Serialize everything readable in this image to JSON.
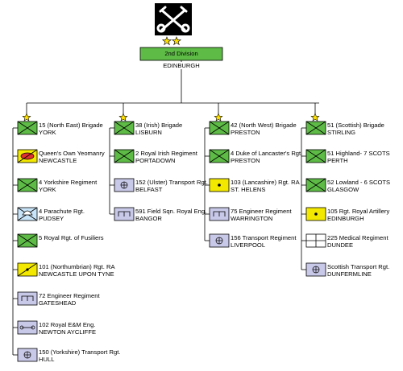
{
  "division": {
    "name": "2nd Division",
    "location": "EDINBURGH",
    "badge_icon": "crossed-keys-icon",
    "rank_icon": "two-stars-icon"
  },
  "colors": {
    "infantry": "#5dbb46",
    "armour": "#f2e800",
    "engineers": "#c8c8e8",
    "artillery": "#f2e800",
    "medical": "#ffffff",
    "line": "#000000",
    "star": "#ffe000"
  },
  "brigades": [
    {
      "name": "15 (North East) Brigade",
      "location": "YORK",
      "units": [
        {
          "name": "Queen's Own Yeomanry",
          "location": "NEWCASTLE",
          "symbol": "armoured-recce"
        },
        {
          "name": "4 Yorkshire Regiment",
          "location": "YORK",
          "symbol": "infantry"
        },
        {
          "name": "4 Parachute Rgt.",
          "location": "PUDSEY",
          "symbol": "parachute-infantry"
        },
        {
          "name": "5 Royal Rgt. of Fusiliers",
          "location": "",
          "symbol": "infantry"
        },
        {
          "name": "101 (Northumbrian) Rgt. RA",
          "location": "NEWCASTLE UPON TYNE",
          "symbol": "artillery"
        },
        {
          "name": "72 Engineer Regiment",
          "location": "GATESHEAD",
          "symbol": "engineers"
        },
        {
          "name": "102 Royal E&M Eng.",
          "location": "NEWTON AYCLIFFE",
          "symbol": "reme"
        },
        {
          "name": "150 (Yorkshire) Transport Rgt.",
          "location": "HULL",
          "symbol": "transport"
        }
      ]
    },
    {
      "name": "38 (Irish) Brigade",
      "location": "LISBURN",
      "units": [
        {
          "name": "2 Royal Irish Regiment",
          "location": "PORTADOWN",
          "symbol": "infantry"
        },
        {
          "name": "152 (Ulster) Transport Rgt.",
          "location": "BELFAST",
          "symbol": "transport"
        },
        {
          "name": "591 Field Sqn. Royal Eng.",
          "location": "BANGOR",
          "symbol": "engineers"
        }
      ]
    },
    {
      "name": "42 (North West) Brigade",
      "location": "PRESTON",
      "units": [
        {
          "name": "4 Duke of Lancaster's Rgt.",
          "location": "PRESTON",
          "symbol": "infantry"
        },
        {
          "name": "103 (Lancashire) Rgt. RA",
          "location": "ST. HELENS",
          "symbol": "artillery-dot"
        },
        {
          "name": "75 Engineer Regiment",
          "location": "WARRINGTON",
          "symbol": "engineers"
        },
        {
          "name": "156 Transport Regiment",
          "location": "LIVERPOOL",
          "symbol": "transport"
        }
      ]
    },
    {
      "name": "51 (Scottish) Brigade",
      "location": "STIRLING",
      "units": [
        {
          "name": "51 Highland- 7 SCOTS",
          "location": "PERTH",
          "symbol": "infantry"
        },
        {
          "name": "52 Lowland - 6 SCOTS",
          "location": "GLASGOW",
          "symbol": "infantry"
        },
        {
          "name": "105 Rgt. Royal Artillery",
          "location": "EDINBURGH",
          "symbol": "artillery-dot"
        },
        {
          "name": "225 Medical Regiment",
          "location": "DUNDEE",
          "symbol": "medical"
        },
        {
          "name": "Scottish Transport Rgt.",
          "location": "DUNFERMLINE",
          "symbol": "transport"
        }
      ]
    }
  ]
}
